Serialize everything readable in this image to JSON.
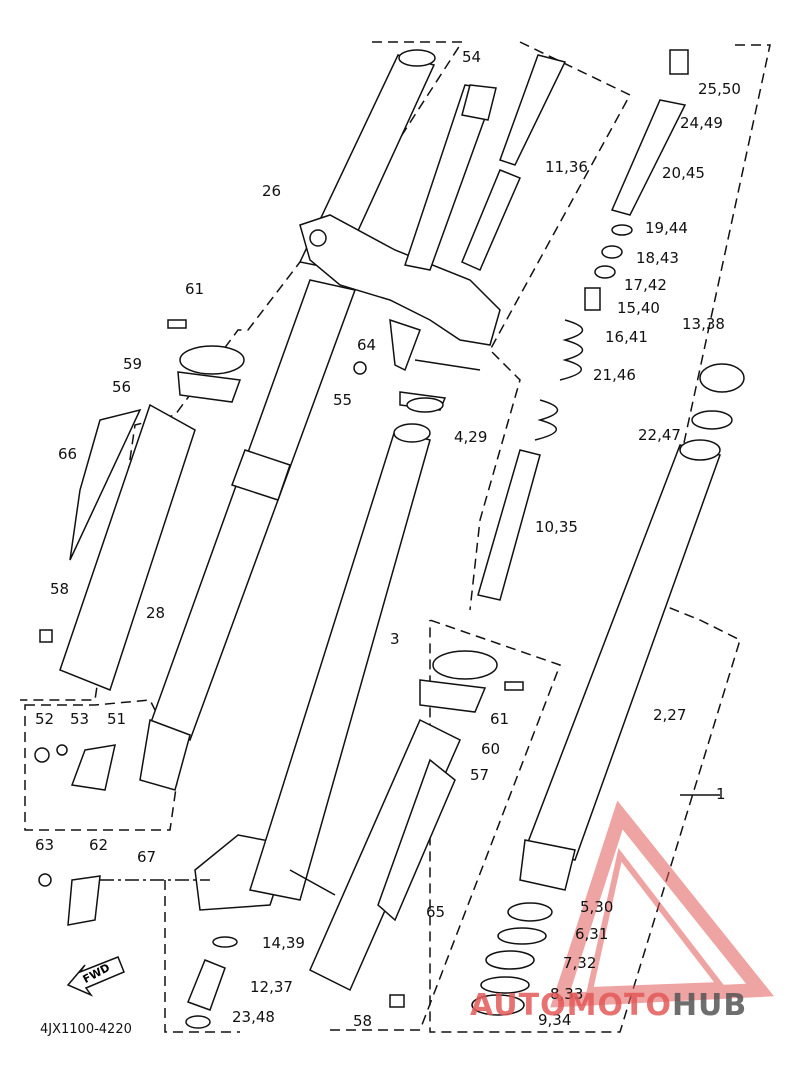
{
  "diagram": {
    "code": "4JX1100-4220",
    "watermark": {
      "part_a": "AUTOMOTO",
      "part_b": "HUB"
    },
    "fwd_label": "FWD",
    "callouts": [
      "54",
      "26",
      "11,36",
      "25,50",
      "24,49",
      "20,45",
      "19,44",
      "18,43",
      "17,42",
      "15,40",
      "16,41",
      "21,46",
      "13,38",
      "22,47",
      "61",
      "59",
      "64",
      "55",
      "56",
      "4,29",
      "66",
      "10,35",
      "58",
      "28",
      "3",
      "52",
      "53",
      "51",
      "61",
      "60",
      "57",
      "2,27",
      "1",
      "67",
      "63",
      "62",
      "5,30",
      "6,31",
      "7,32",
      "14,39",
      "12,37",
      "8,33",
      "23,48",
      "58",
      "9,34",
      "65"
    ]
  }
}
